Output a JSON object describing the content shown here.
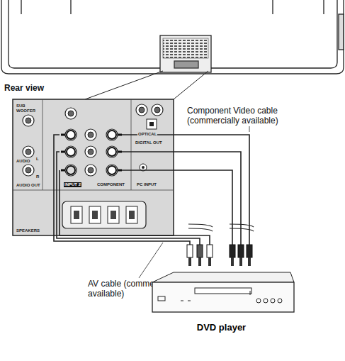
{
  "diagram": {
    "nodes": [
      {
        "text": [
          "DVD player"
        ]
      }
    ],
    "labels": [
      "Rear view",
      "Component Video cable (commercially available)",
      "AV cable (commercially available)",
      "SUB WOOFER",
      "AUDIO",
      "L",
      "R",
      "AUDIO OUT",
      "INPUT 2",
      "COMPONENT",
      "OPTICAL",
      "DIGITAL OUT",
      "PC INPUT",
      "SPEAKERS"
    ]
  }
}
